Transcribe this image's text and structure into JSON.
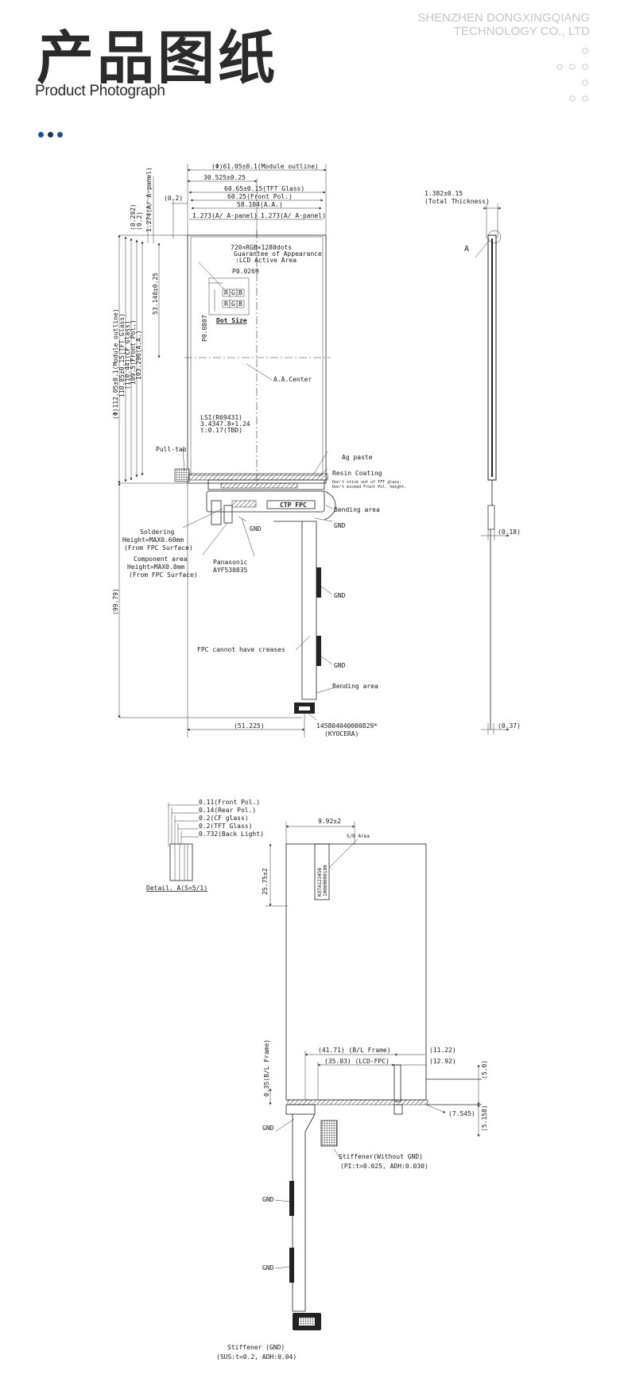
{
  "header": {
    "title_cn": "产品图纸",
    "subtitle": "Product Photograph",
    "company_line1": "SHENZHEN DONGXINGQIANG",
    "company_line2": "TECHNOLOGY CO., LTD",
    "accent_color": "#1f3f7a"
  },
  "front_view": {
    "top_dims": [
      "(Φ)61.05±0.1(Module outline)",
      "30.525±0.25",
      "60.65±0.15(TFT Glass)",
      "60.25(Front Pol.)",
      "58.104(A.A.)",
      "1.273(A/ A-panel)",
      "1.273(A/ A-panel)",
      "(0.2)"
    ],
    "left_dims": [
      "(0.292)",
      "(0.2)",
      "1.274(A/ A-panel)",
      "(Φ)112.05±0.1(Module outline)",
      "110.85±0.15(TFT Glass)",
      "(110.44)(CF Glass)",
      "109.5(Front Pol.)",
      "103.296(A.A.)",
      "53.148±0.25",
      "(99.79)"
    ],
    "resolution_note": [
      "720×RGB×1280dots",
      "Guarantee of Appearance",
      ":LCD Active Area"
    ],
    "pixel_labels": [
      "P0.0269",
      "P0.0807",
      "Dot Size"
    ],
    "subpixels": [
      "R",
      "G",
      "B"
    ],
    "aa_center": "A.A.Center",
    "lsi_label": [
      "LSI(R69431)",
      "3.4347.8+1.24",
      "t:0.17(TBD)"
    ],
    "pull_tab": "Pull-tab",
    "ag_paste": "Ag paste",
    "resin_coating": "Resin Coating",
    "resin_note": [
      "Don't stick out of TFT glass.",
      "Don't exceed Front Pol. height."
    ],
    "ctp_fpc": "CTP FPC",
    "bending_area": "Bending area",
    "gnd": "GND",
    "soldering": [
      "Soldering",
      "Height=MAX0.60mm",
      "(From FPC Surface)"
    ],
    "component_area": [
      "Component area",
      "Height=MAX0.8mm",
      "(From FPC Surface)"
    ],
    "panasonic": [
      "Panasonic",
      "AYF530835"
    ],
    "fpc_creases": "FPC cannot have creases",
    "bottom_dim": "(51.225)",
    "connector": [
      "145804040000829*",
      "(KYOCERA)"
    ]
  },
  "side_view": {
    "thickness": [
      "1.382±0.15",
      "(Total Thickness)"
    ],
    "label_a": "A",
    "dims": [
      "(0.18)",
      "(0.37)"
    ]
  },
  "detail_a": {
    "layers": [
      "0.11(Front Pol.)",
      "0.14(Rear Pol.)",
      "0.2(CF glass)",
      "0.2(TFT Glass)",
      "0.732(Back Light)"
    ],
    "caption": "Detail. A(S=5/1)"
  },
  "back_view": {
    "dims": [
      "9.92±2",
      "25.75±2",
      "0.35(B/L Frame)",
      "(41.71) (B/L Frame)",
      "(35.03) (LCD-FPC)",
      "(11.22)",
      "(12.92)",
      "(5.0)",
      "(7.545)",
      "(5.158)"
    ],
    "sn_area": "S/N Area",
    "sn_text": [
      "KOTA123456",
      "1H000000100"
    ],
    "stiffener_top": [
      "Stiffener(Without GND)",
      "(PI:t=0.025, ADH:0.030)"
    ],
    "stiffener_bottom": [
      "Stiffener (GND)",
      "(SUS:t=0.2, ADH:0.04)"
    ]
  }
}
